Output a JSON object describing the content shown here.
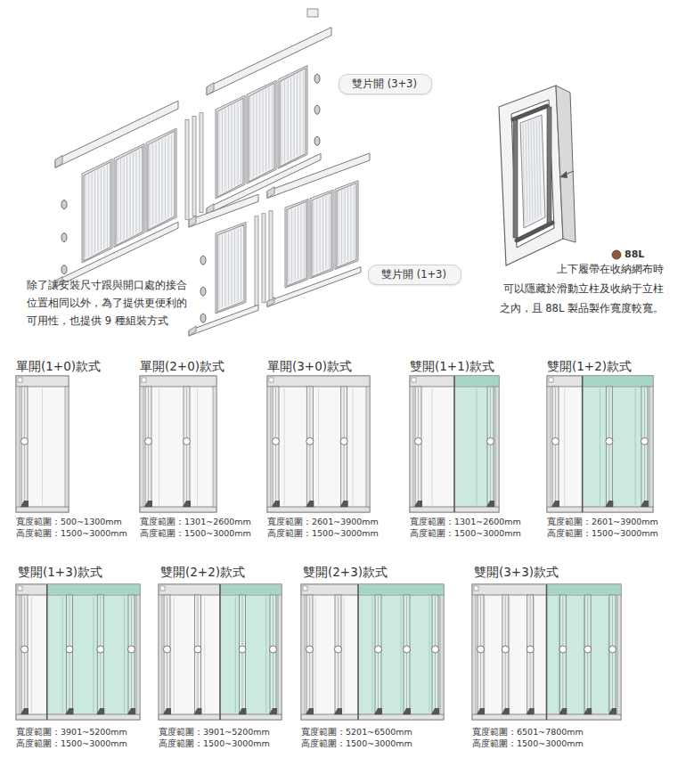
{
  "diagram": {
    "nodes": [
      {
        "text": [
          "雙片開 (3+3)"
        ]
      },
      {
        "text": [
          "雙片開 (1+3)"
        ]
      }
    ],
    "labels": [
      "除了讓安裝尺寸跟與開口處的接合",
      "位置相同以外，為了提供更便利的",
      "可用性，也提供 9 種組裝方式",
      "88L",
      "上下履帶在收納網布時",
      "可以隱藏於滑動立柱及收納于立柱",
      "之內，且 88L 製品製作寬度較寬。",
      "單開(1+0)款式",
      "寬度範圍：500~1300mm",
      "高度範圍：1500~3000mm",
      "單開(2+0)款式",
      "寬度範圍：1301~2600mm",
      "高度範圍：1500~3000mm",
      "單開(3+0)款式",
      "寬度範圍：2601~3900mm",
      "高度範圍：1500~3000mm",
      "雙開(1+1)款式",
      "寬度範圍：1301~2600mm",
      "高度範圍：1500~3000mm",
      "雙開(1+2)款式",
      "寬度範圍：2601~3900mm",
      "高度範圍：1500~3000mm",
      "雙開(1+3)款式",
      "寬度範圍：3901~5200mm",
      "高度範圍：1500~3000mm",
      "雙開(2+2)款式",
      "寬度範圍：3901~5200mm",
      "高度範圍：1500~3000mm",
      "雙開(2+3)款式",
      "寬度範圍：5201~6500mm",
      "高度範圍：1500~3000mm",
      "雙開(3+3)款式",
      "寬度範圍：6501~7800mm",
      "高度範圍：1500~3000mm"
    ]
  }
}
